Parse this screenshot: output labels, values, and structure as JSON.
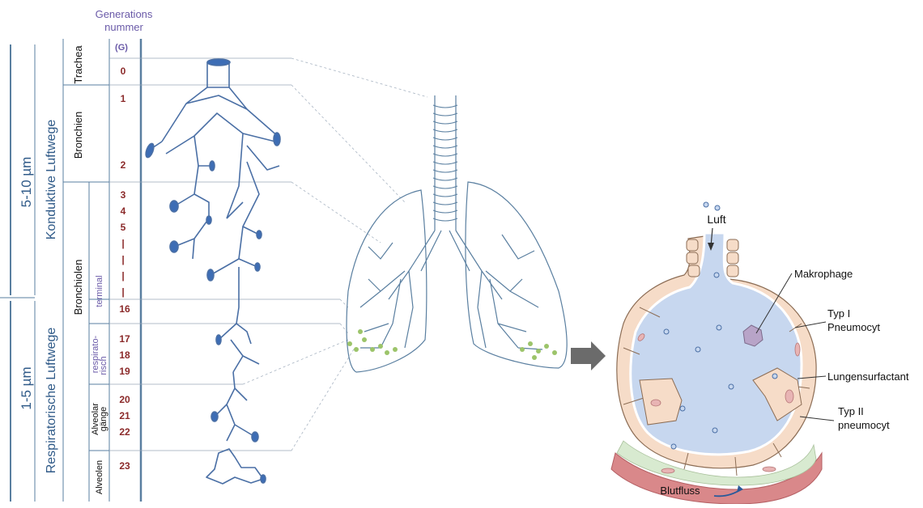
{
  "header": {
    "generation_line1": "Generations",
    "generation_line2": "nummer",
    "g_label": "(G)"
  },
  "size_labels": {
    "upper": "5-10 µm",
    "lower": "1-5 µm"
  },
  "zones": {
    "conductive": "Konduktive Luftwege",
    "respiratory": "Respiratorische Luftwege"
  },
  "segments": {
    "trachea": "Trachea",
    "bronchien": "Bronchien",
    "bronchiolen": "Bronchiolen",
    "terminal": "terminal",
    "respiratorisch_1": "respirato-",
    "respiratorisch_2": "risch",
    "alveolargaenge_1": "Alveolar",
    "alveolargaenge_2": "gänge",
    "alveolen": "Alveolen"
  },
  "generations": [
    {
      "label": "0"
    },
    {
      "label": "1"
    },
    {
      "label": "2"
    },
    {
      "label": "3"
    },
    {
      "label": "4"
    },
    {
      "label": "5"
    },
    {
      "label": "|"
    },
    {
      "label": "|"
    },
    {
      "label": "|"
    },
    {
      "label": "|"
    },
    {
      "label": "16"
    },
    {
      "label": "17"
    },
    {
      "label": "18"
    },
    {
      "label": "19"
    },
    {
      "label": "20"
    },
    {
      "label": "21"
    },
    {
      "label": "22"
    },
    {
      "label": "23"
    }
  ],
  "alveolus": {
    "luft": "Luft",
    "makrophage": "Makrophage",
    "typ1_line1": "Typ I",
    "typ1_line2": "Pneumocyt",
    "surfactant": "Lungensurfactant",
    "typ2_line1": "Typ II",
    "typ2_line2": "pneumocyt",
    "blutfluss": "Blutfluss"
  },
  "colors": {
    "generation_text": "#8b2a2a",
    "header_text": "#6a5aa8",
    "axis_line": "#5a7fa0",
    "airway_stroke": "#4a6fa5",
    "airway_fill": "#3d6db5",
    "alveolus_fill": "#c7d7ef",
    "cell_fill": "#f6dcc8",
    "blood": "#d9888a"
  }
}
